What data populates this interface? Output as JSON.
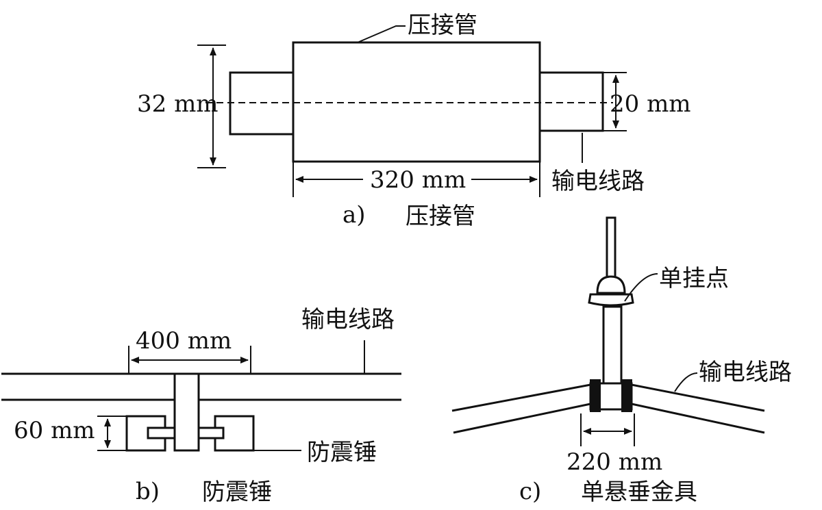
{
  "panel_a": {
    "letter": "a)",
    "caption": "压接管",
    "component_label": "压接管",
    "line_label": "输电线路",
    "dim_diameter": "32 mm",
    "dim_line_diameter": "20 mm",
    "dim_length": "320 mm"
  },
  "panel_b": {
    "letter": "b)",
    "caption": "防震锤",
    "line_label": "输电线路",
    "component_label": "防震锤",
    "dim_spacing": "400 mm",
    "dim_height": "60 mm"
  },
  "panel_c": {
    "letter": "c)",
    "caption": "单悬垂金具",
    "point_label": "单挂点",
    "line_label": "输电线路",
    "dim_width": "220 mm"
  }
}
